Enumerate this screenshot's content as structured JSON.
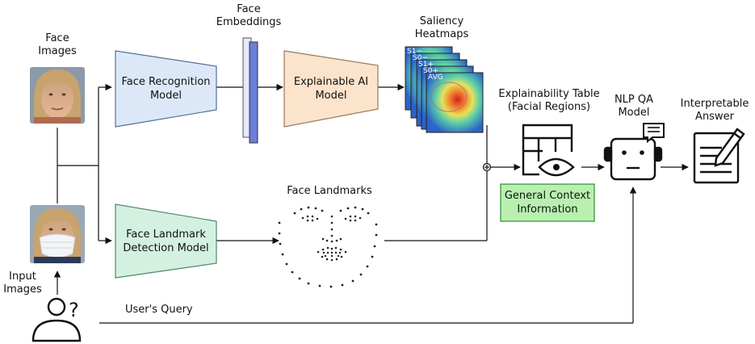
{
  "labels": {
    "face_images": [
      "Face",
      "Images"
    ],
    "input_images": [
      "Input",
      "Images"
    ],
    "face_embeddings": [
      "Face",
      "Embeddings"
    ],
    "saliency_heatmaps": [
      "Saliency",
      "Heatmaps"
    ],
    "explainability_table": [
      "Explainability Table",
      "(Facial Regions)"
    ],
    "nlp_qa_model": [
      "NLP QA",
      "Model"
    ],
    "interpretable_answer": [
      "Interpretable",
      "Answer"
    ],
    "face_landmarks": "Face Landmarks",
    "users_query": "User's Query"
  },
  "blocks": {
    "face_recognition_model": [
      "Face Recognition",
      "Model"
    ],
    "explainable_ai_model": [
      "Explainable AI",
      "Model"
    ],
    "face_landmark_detection_model": [
      "Face Landmark",
      "Detection Model"
    ],
    "general_context_information": [
      "General Context",
      "Information"
    ]
  },
  "heatmap_layers": [
    "S1−",
    "S0−",
    "S1+",
    "S0+",
    "AVG"
  ],
  "colors": {
    "recognition_fill": "#dce8f8",
    "recognition_stroke": "#5a6f9a",
    "xai_fill": "#fbe3cc",
    "xai_stroke": "#9a7a5a",
    "landmark_fill": "#d4f0e0",
    "landmark_stroke": "#4e8a68",
    "context_fill": "#b9f0b0",
    "context_stroke": "#2e8b2e",
    "embedding_front": "#6a7fd8",
    "embedding_back": "#e6e8ff"
  },
  "icons": [
    "face-photo",
    "masked-face-photo",
    "user-query-icon",
    "table-eye-icon",
    "robot-chat-icon",
    "document-pencil-icon"
  ]
}
